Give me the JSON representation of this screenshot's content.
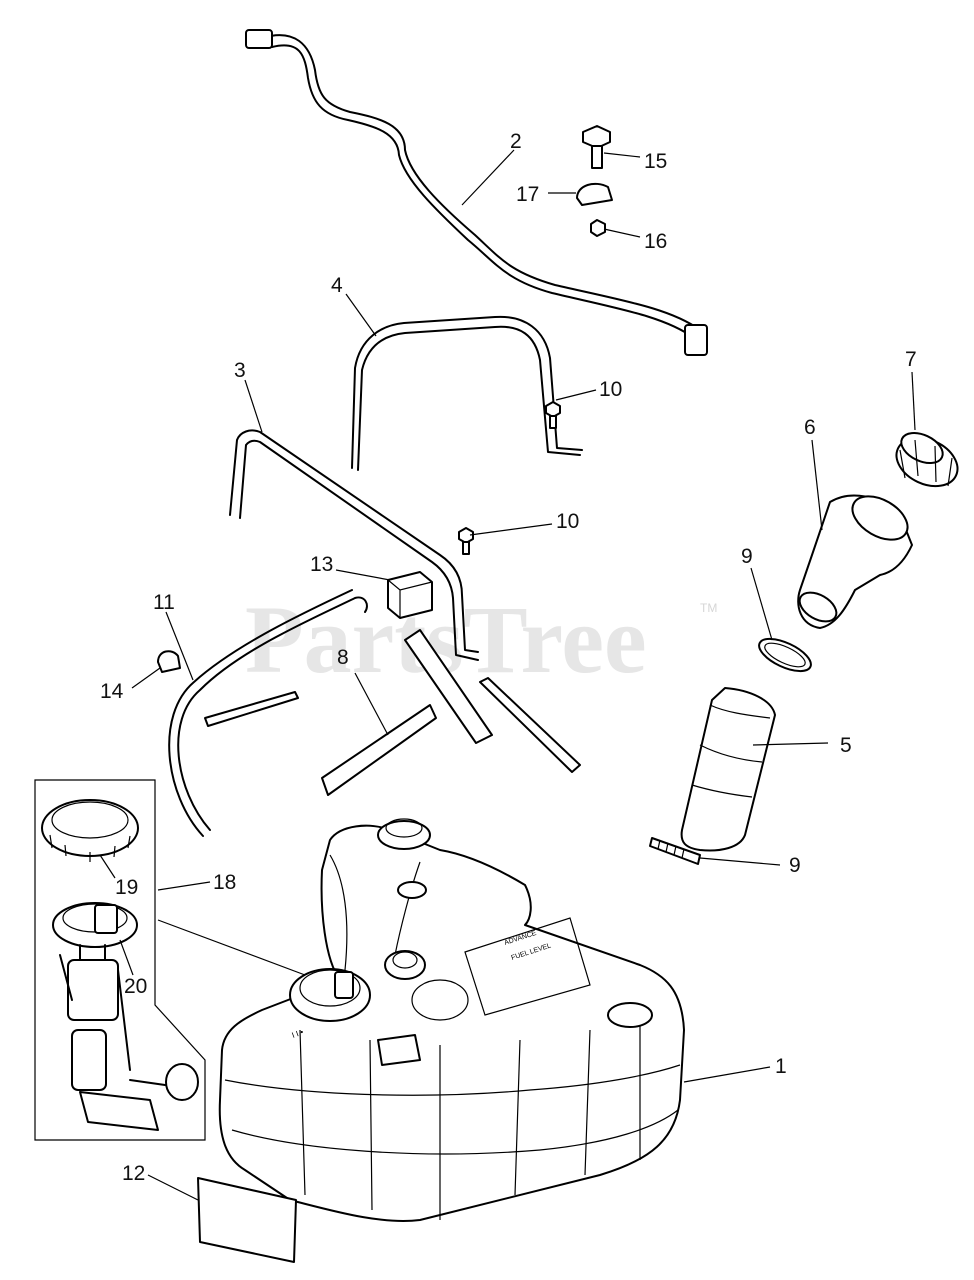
{
  "watermark": {
    "text": "PartsTree",
    "trademark": "TM"
  },
  "callouts": {
    "c1": "1",
    "c2": "2",
    "c3": "3",
    "c4": "4",
    "c5": "5",
    "c6": "6",
    "c7": "7",
    "c8": "8",
    "c9a": "9",
    "c9b": "9",
    "c10a": "10",
    "c10b": "10",
    "c11": "11",
    "c12": "12",
    "c13": "13",
    "c14": "14",
    "c15": "15",
    "c16": "16",
    "c17": "17",
    "c18": "18",
    "c19": "19",
    "c20": "20"
  },
  "tank_label": {
    "line1": "ADVANCE",
    "line2": "FUEL LEVEL"
  }
}
